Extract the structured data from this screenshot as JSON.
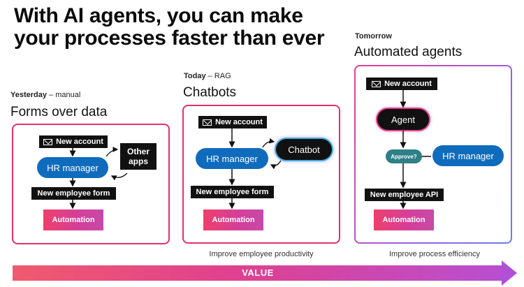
{
  "title": "With AI agents, you can make your processes faster than ever",
  "phases": {
    "yesterday": {
      "label_bold": "Yesterday",
      "label_rest": " – manual",
      "heading": "Forms over data",
      "new_account": "New account",
      "hr_manager": "HR manager",
      "other_apps": "Other apps",
      "form": "New employee form",
      "automation": "Automation"
    },
    "today": {
      "label_bold": "Today",
      "label_rest": " – RAG",
      "heading": "Chatbots",
      "new_account": "New account",
      "hr_manager": "HR manager",
      "chatbot": "Chatbot",
      "form": "New employee form",
      "automation": "Automation",
      "caption": "Improve employee productivity"
    },
    "tomorrow": {
      "label_bold": "Tomorrow",
      "heading": "Automated agents",
      "new_account": "New account",
      "agent": "Agent",
      "approve": "Approve?",
      "hr_manager": "HR manager",
      "api": "New employee API",
      "automation": "Automation",
      "caption": "Improve process efficiency"
    }
  },
  "value_label": "VALUE",
  "icons": [
    "mail-icon",
    "arrow-icon"
  ],
  "colors": {
    "accent_pink": "#e3306f",
    "hr_blue": "#0f6cbd",
    "approve_teal": "#2e7f86",
    "value_start": "#f05a6f",
    "value_end": "#b84fd0"
  }
}
